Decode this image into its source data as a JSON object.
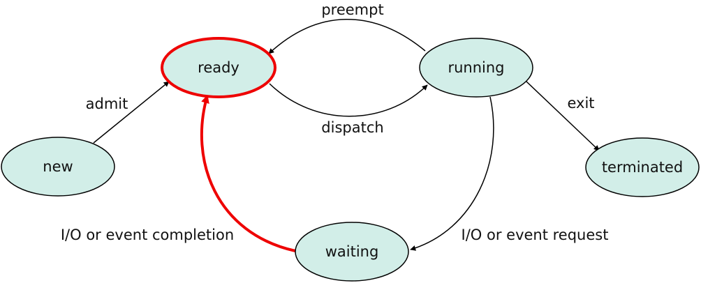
{
  "states": {
    "new": "new",
    "ready": "ready",
    "running": "running",
    "waiting": "waiting",
    "terminated": "terminated"
  },
  "transitions": {
    "admit": "admit",
    "preempt": "preempt",
    "dispatch": "dispatch",
    "exit": "exit",
    "io_request": "I/O or event request",
    "io_completion": "I/O or event completion"
  },
  "colors": {
    "node_fill": "#d2eee8",
    "node_stroke": "#000000",
    "highlight": "#ee0000"
  }
}
